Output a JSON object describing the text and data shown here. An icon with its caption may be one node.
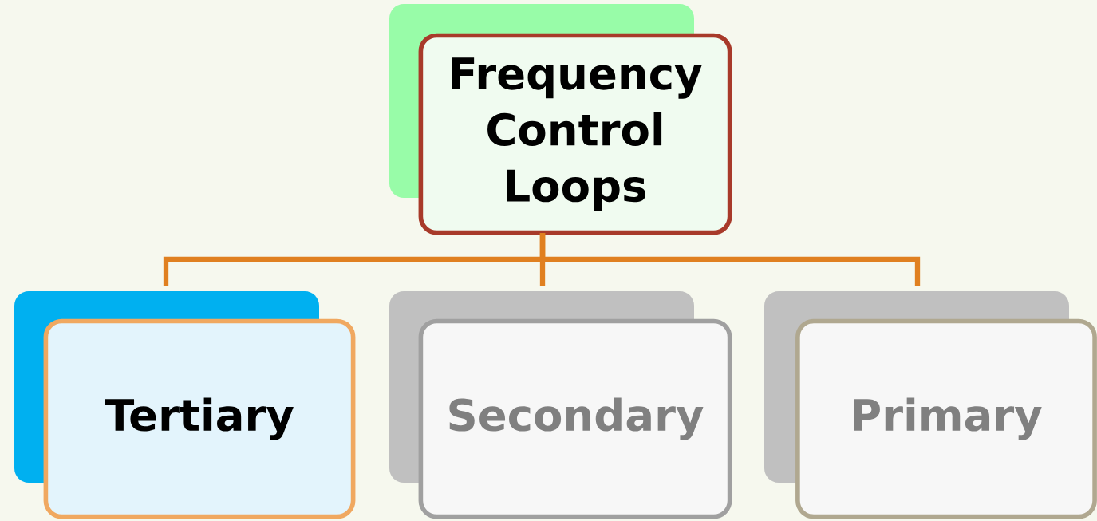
{
  "diagram": {
    "nodes": [
      {
        "text": [
          "Frequency Control Loops"
        ]
      },
      {
        "text": [
          "Tertiary"
        ]
      },
      {
        "text": [
          "Secondary"
        ]
      },
      {
        "text": [
          "Primary"
        ]
      }
    ],
    "edges": [
      {
        "from": 0,
        "to": 1,
        "arrow": "none"
      },
      {
        "from": 0,
        "to": 2,
        "arrow": "none"
      },
      {
        "from": 0,
        "to": 3,
        "arrow": "none"
      }
    ]
  }
}
